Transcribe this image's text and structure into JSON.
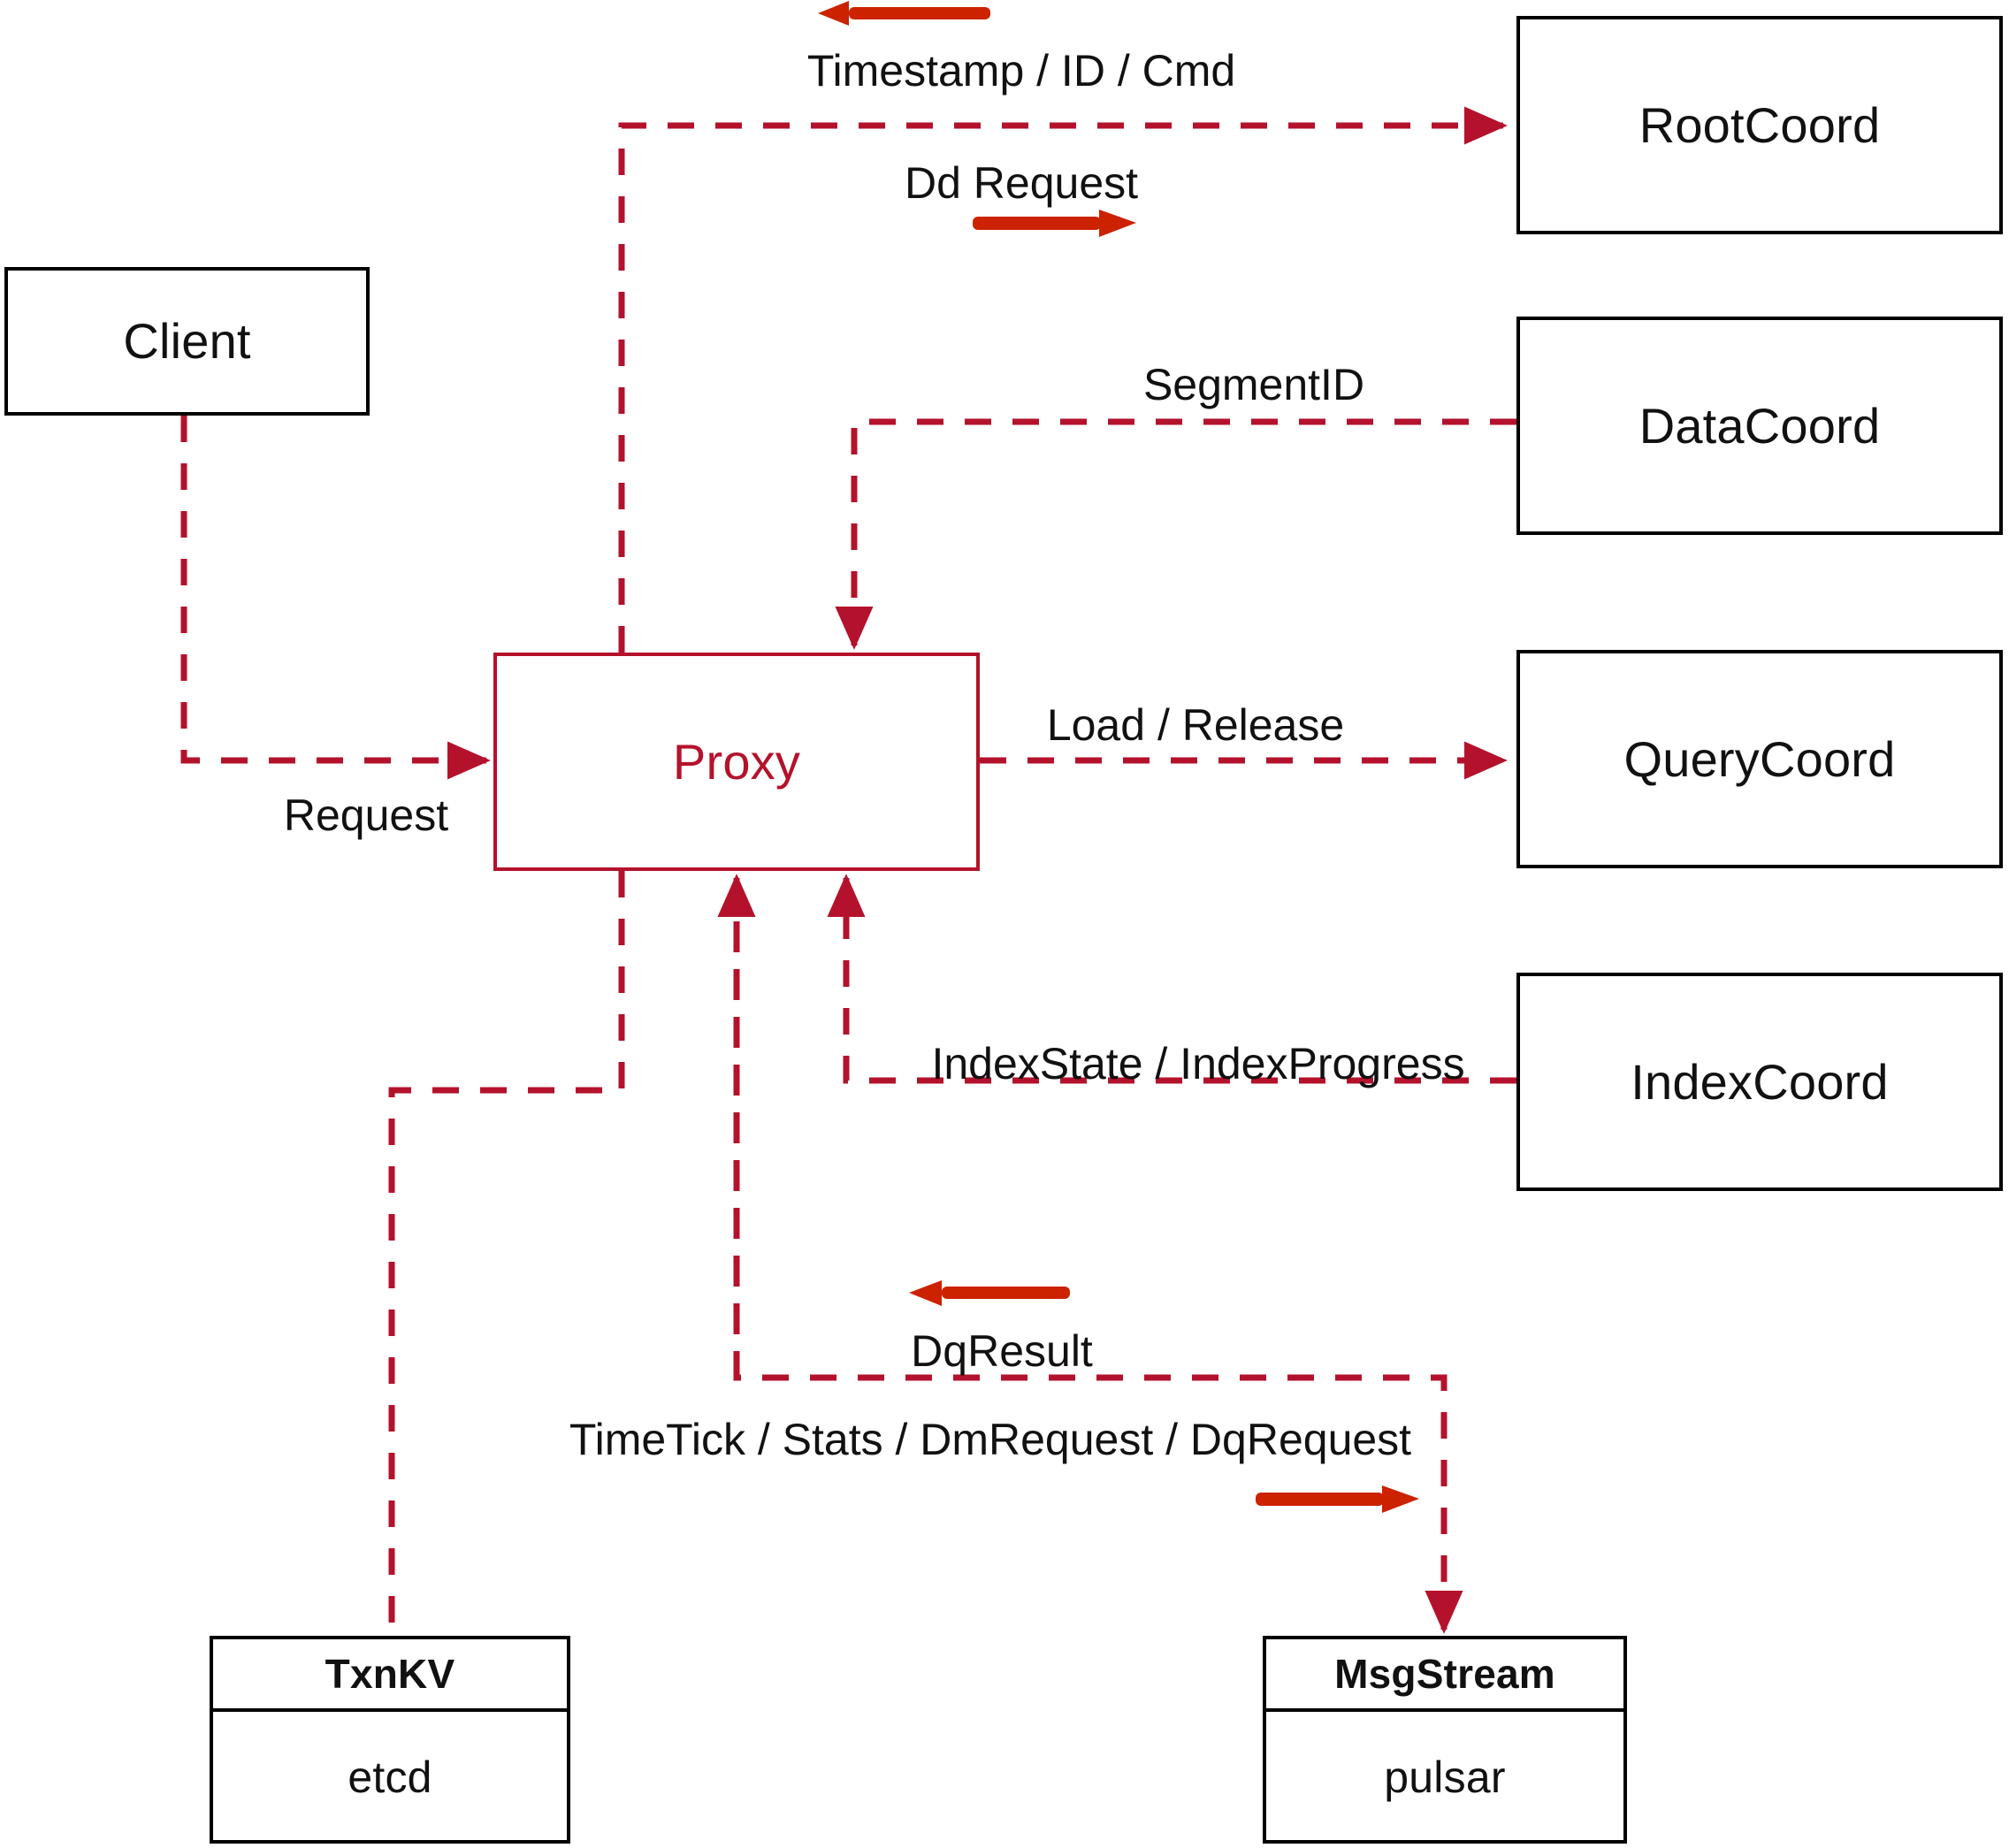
{
  "diagram": {
    "title": "Proxy component interaction diagram",
    "colors": {
      "dashed_line": "#b4122c",
      "block_arrow": "#cc2200",
      "node_border": "#000000",
      "proxy_border": "#b4122c",
      "proxy_text": "#b4122c",
      "label_text": "#111111",
      "background": "#ffffff"
    }
  },
  "nodes": {
    "client": {
      "label": "Client"
    },
    "proxy": {
      "label": "Proxy"
    },
    "root_coord": {
      "label": "RootCoord"
    },
    "data_coord": {
      "label": "DataCoord"
    },
    "query_coord": {
      "label": "QueryCoord"
    },
    "index_coord": {
      "label": "IndexCoord"
    },
    "txnkv": {
      "title": "TxnKV",
      "impl": "etcd"
    },
    "msgstream": {
      "title": "MsgStream",
      "impl": "pulsar"
    }
  },
  "edge_labels": {
    "timestamp_id_cmd": "Timestamp / ID / Cmd",
    "dd_request": "Dd Request",
    "segment_id": "SegmentID",
    "load_release": "Load / Release",
    "index_state_progress": "IndexState / IndexProgress",
    "request": "Request",
    "dq_result": "DqResult",
    "timetick_stats_dm_dq": "TimeTick / Stats / DmRequest / DqRequest"
  }
}
